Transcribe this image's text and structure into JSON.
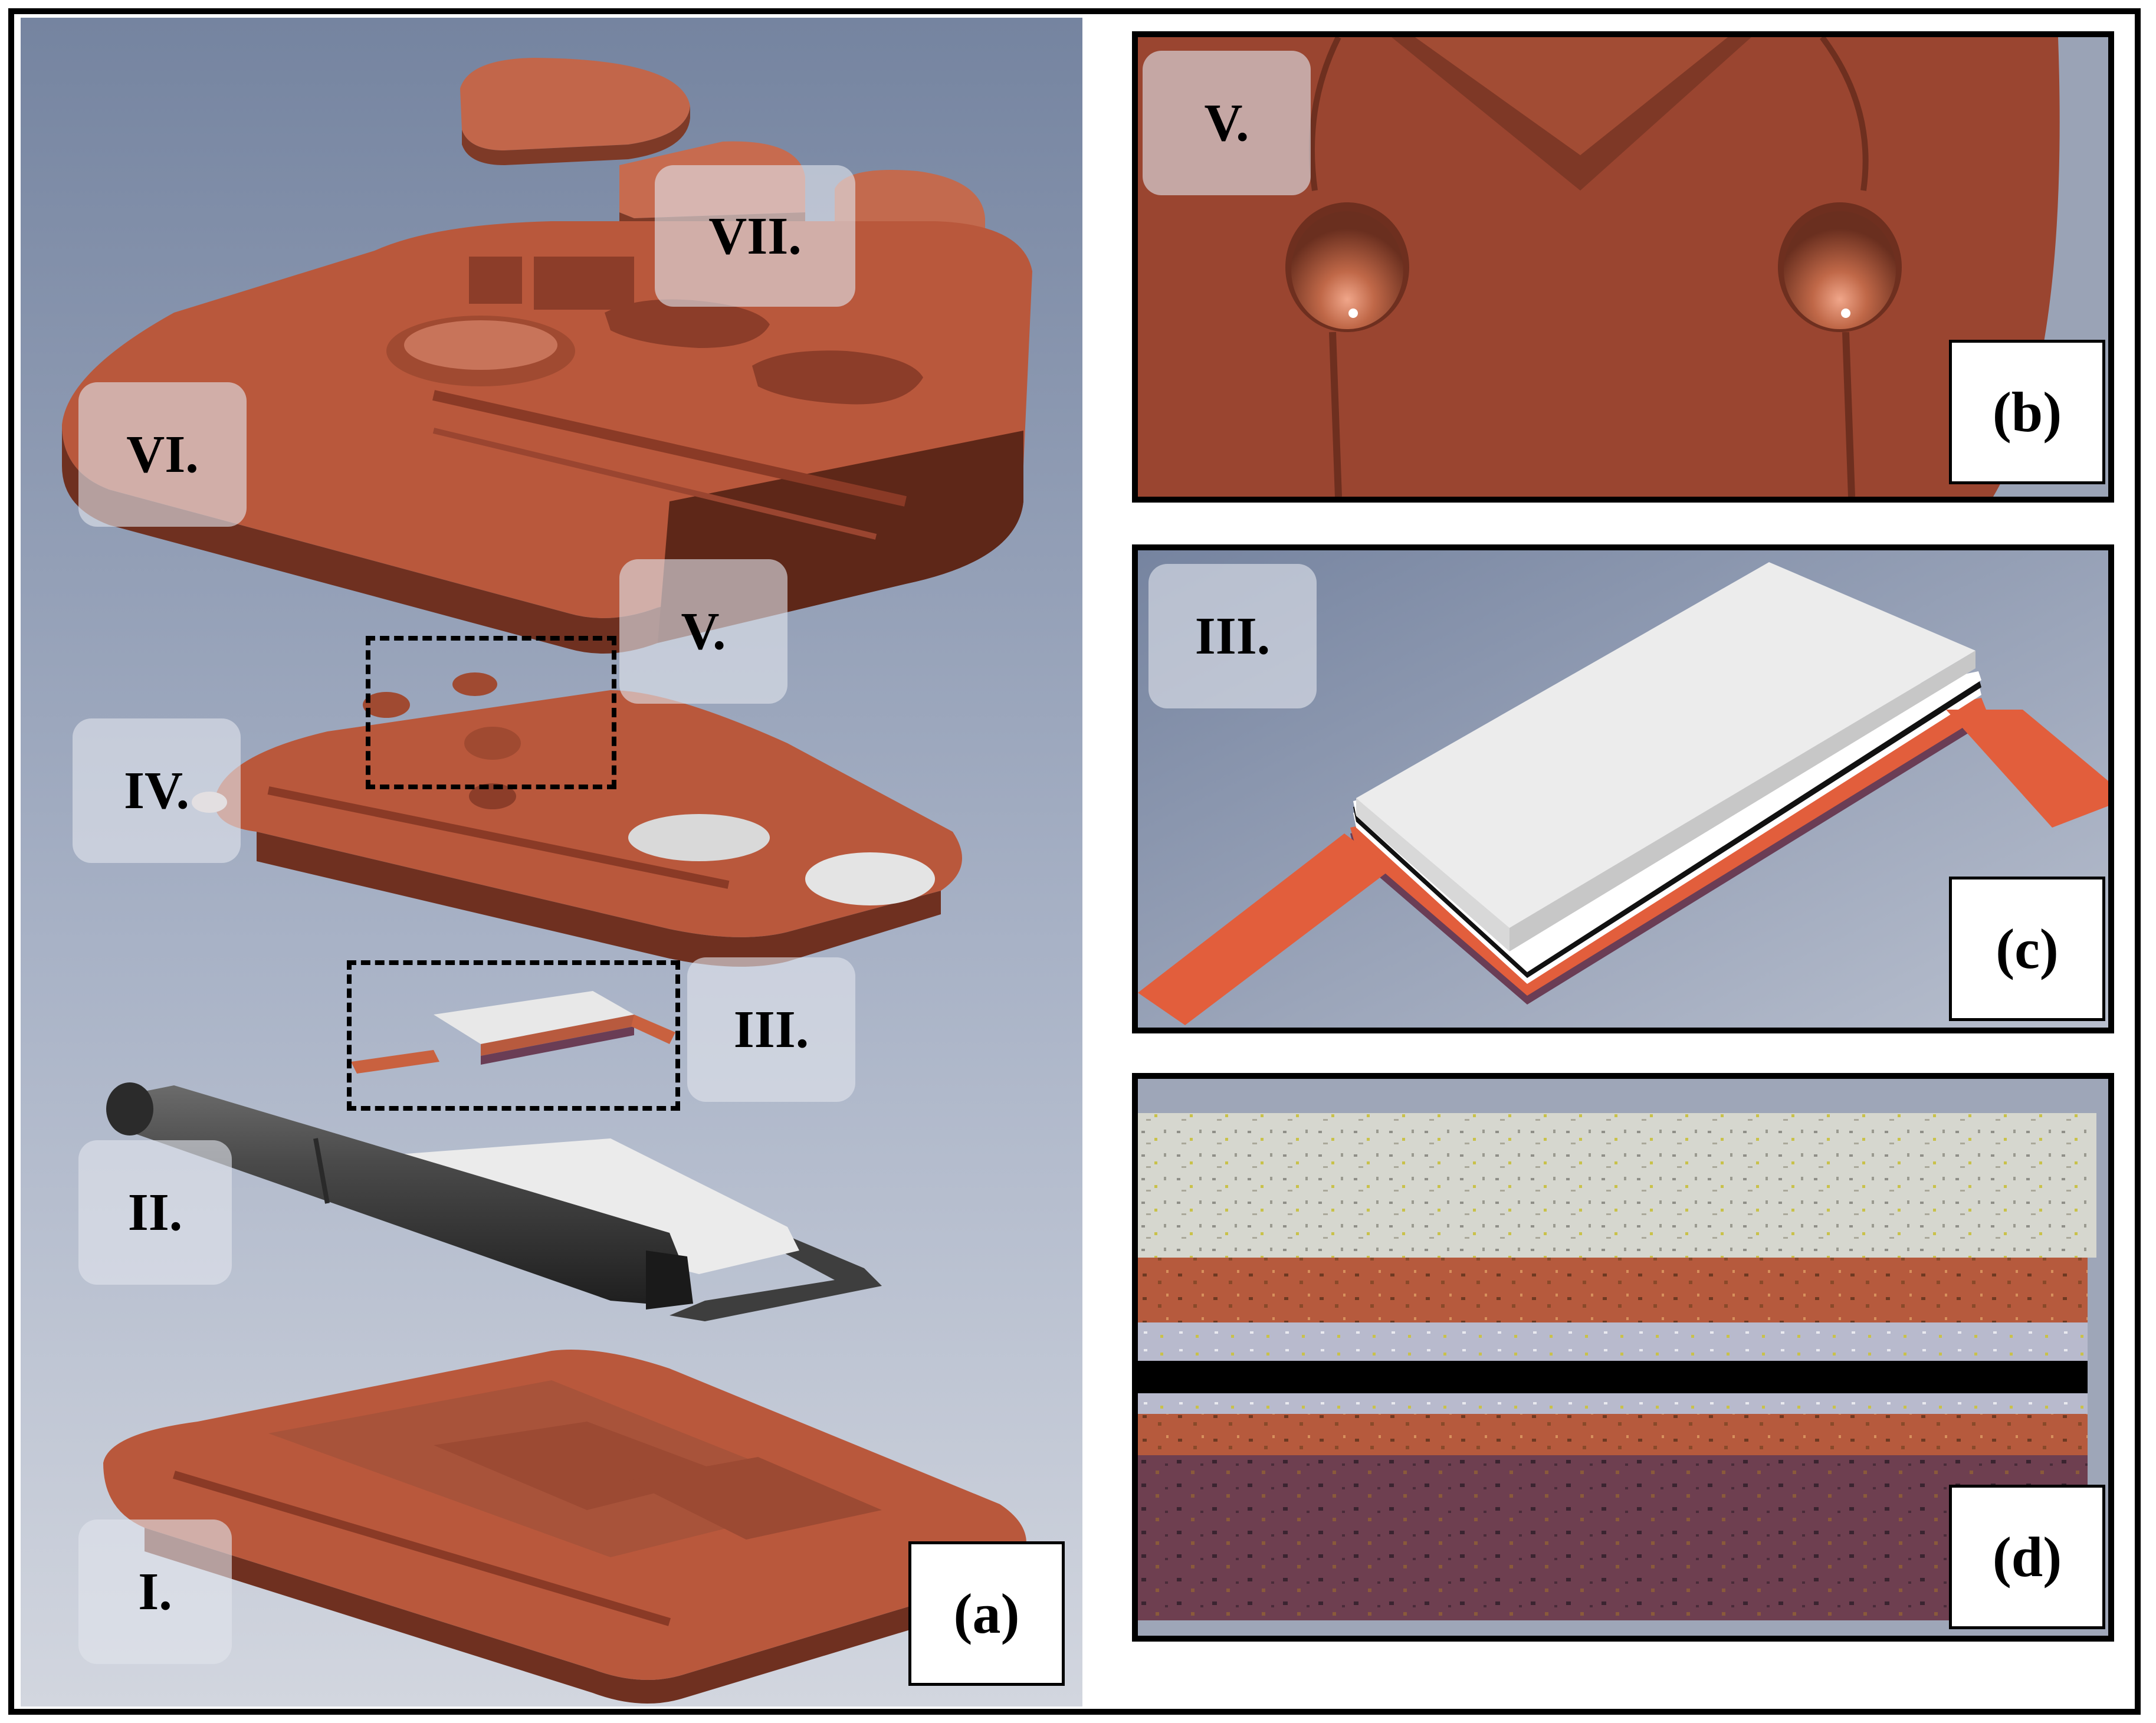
{
  "panels": {
    "a": {
      "letter": "(a)",
      "labels": {
        "vii": "VII.",
        "vi": "VI.",
        "v": "V.",
        "iv": "IV.",
        "iii": "III.",
        "ii": "II.",
        "i": "I."
      }
    },
    "b": {
      "letter": "(b)",
      "label": "V."
    },
    "c": {
      "letter": "(c)",
      "label": "III."
    },
    "d": {
      "letter": "(d)"
    }
  },
  "colors": {
    "component": "#b85a3e",
    "component_shadow": "#7a3624",
    "component_highlight": "#d6876a",
    "background_top": "#7a8aa6",
    "background_bottom": "#c9ced9",
    "white_layer": "#ececec",
    "dark_cylinder": "#3a3a3a"
  },
  "icons": {
    "layer_stack": "cross-section-stack"
  }
}
